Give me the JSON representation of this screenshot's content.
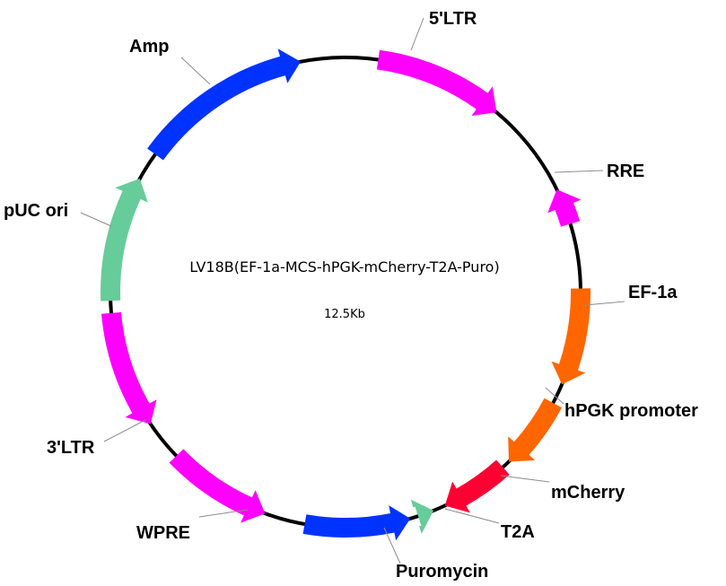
{
  "plasmid": {
    "name": "LV18B(EF-1a-MCS-hPGK-mCherry-T2A-Puro)",
    "size": "12.5Kb",
    "backbone_color": "#000000"
  },
  "features": [
    {
      "id": "ltr5",
      "label": "5'LTR",
      "color": "#ff00ff",
      "direction": "cw",
      "start_deg": 8,
      "end_deg": 40
    },
    {
      "id": "rre",
      "label": "RRE",
      "color": "#ff00ff",
      "direction": "ccw",
      "start_deg": 64,
      "end_deg": 73
    },
    {
      "id": "ef1a",
      "label": "EF-1a",
      "color": "#ff6600",
      "direction": "cw",
      "start_deg": 89,
      "end_deg": 113
    },
    {
      "id": "hpgk",
      "label": "hPGK promoter",
      "color": "#ff6600",
      "direction": "cw",
      "start_deg": 118,
      "end_deg": 136
    },
    {
      "id": "mcherry",
      "label": "mCherry",
      "color": "#ff0033",
      "direction": "cw",
      "start_deg": 138,
      "end_deg": 155
    },
    {
      "id": "t2a",
      "label": "T2A",
      "color": "#66cc99",
      "direction": "ccw",
      "start_deg": 158,
      "end_deg": 162
    },
    {
      "id": "puro",
      "label": "Puromycin",
      "color": "#0033ff",
      "direction": "ccw",
      "start_deg": 164,
      "end_deg": 190
    },
    {
      "id": "wpre",
      "label": "WPRE",
      "color": "#ff00ff",
      "direction": "ccw",
      "start_deg": 200,
      "end_deg": 226
    },
    {
      "id": "ltr3",
      "label": "3'LTR",
      "color": "#ff00ff",
      "direction": "ccw",
      "start_deg": 236,
      "end_deg": 265
    },
    {
      "id": "puc",
      "label": "pUC ori",
      "color": "#66cc99",
      "direction": "cw",
      "start_deg": 268,
      "end_deg": 299
    },
    {
      "id": "amp",
      "label": "Amp",
      "color": "#0033ff",
      "direction": "cw",
      "start_deg": 306,
      "end_deg": 349
    }
  ]
}
